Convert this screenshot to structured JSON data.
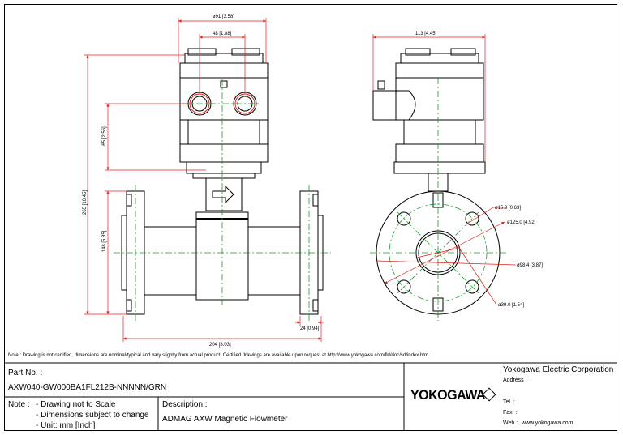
{
  "dimensions": {
    "phi91": "ø91 [3.58]",
    "d48": "48 [1.88]",
    "d113": "113 [4.45]",
    "d265": "265 [10.45]",
    "d65": "65 [2.56]",
    "d148": "148 [5.85]",
    "d204": "204 [8.03]",
    "d24": "24 [0.94]",
    "phi15": "ø15.9 [0.63]",
    "phi125": "ø125.0 [4.92]",
    "phi98": "ø98.4 [3.87]",
    "phi39": "ø39.0 [1.54]"
  },
  "note": "Note : Drawing is not certified, dimensions are nominal/typical and vary slightly from actual product. Certified drawings are available upon request at http://www.yokogawa.com/fld/doc/sd/index.htm.",
  "title_block": {
    "part_no_label": "Part No. :",
    "part_no_value": "AXW040-GW000BA1FL212B-NNNNN/GRN",
    "note_label": "Note :",
    "note_items": [
      "- Drawing not to Scale",
      "- Dimensions subject to change",
      "- Unit: mm [Inch]"
    ],
    "description_label": "Description :",
    "description_value": "ADMAG AXW Magnetic Flowmeter",
    "company": "Yokogawa Electric Corporation",
    "address_label": "Address :",
    "tel_label": "Tel. :",
    "fax_label": "Fax. :",
    "web_label": "Web :",
    "web_value": "www.yokogawa.com",
    "logo_text": "YOKOGAWA"
  },
  "colors": {
    "dimension": "#e0201a",
    "centerline": "#1a9a2a",
    "outline": "#000000"
  }
}
